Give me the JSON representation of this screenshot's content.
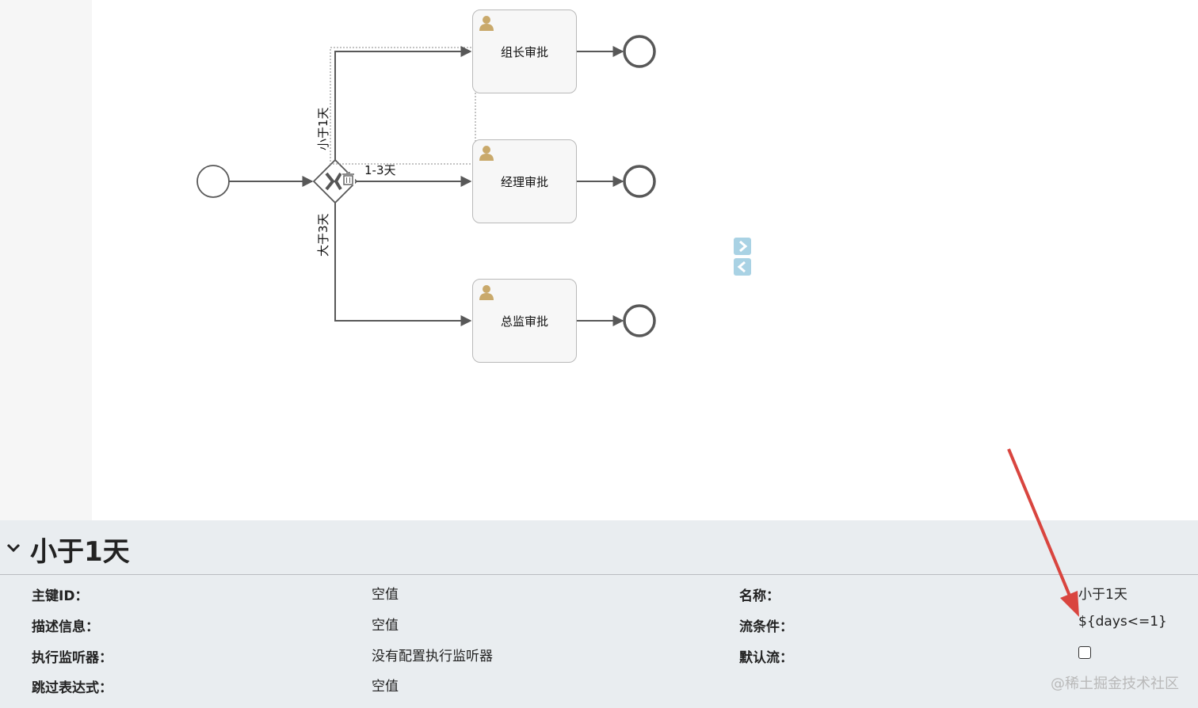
{
  "diagram": {
    "tasks": [
      {
        "label": "组长审批",
        "icon": "user-icon"
      },
      {
        "label": "经理审批",
        "icon": "user-icon"
      },
      {
        "label": "总监审批",
        "icon": "user-icon"
      }
    ],
    "flow_labels": {
      "top": "小于1天",
      "middle": "1-3天",
      "bottom": "大于3天"
    },
    "gateway_icon": "exclusive-gateway-icon",
    "delete_icon": "trash-icon",
    "selection_color": "#888888"
  },
  "nav": {
    "expand_icon": "chevron-right-icon",
    "collapse_icon": "chevron-left-icon",
    "color": "#a9d2e4"
  },
  "properties": {
    "title": "小于1天",
    "collapse_icon": "chevron-down-icon",
    "left": [
      {
        "label": "主键ID：",
        "value": "空值"
      },
      {
        "label": "描述信息：",
        "value": "空值"
      },
      {
        "label": "执行监听器：",
        "value": "没有配置执行监听器"
      },
      {
        "label": "跳过表达式：",
        "value": "空值"
      }
    ],
    "right": [
      {
        "label": "名称：",
        "value": "小于1天"
      },
      {
        "label": "流条件：",
        "value": "${days<=1}"
      },
      {
        "label": "默认流：",
        "value": ""
      }
    ],
    "default_flow_checked": false
  },
  "annotation": {
    "arrow_color": "#d9453f"
  },
  "watermark": "@稀土掘金技术社区"
}
